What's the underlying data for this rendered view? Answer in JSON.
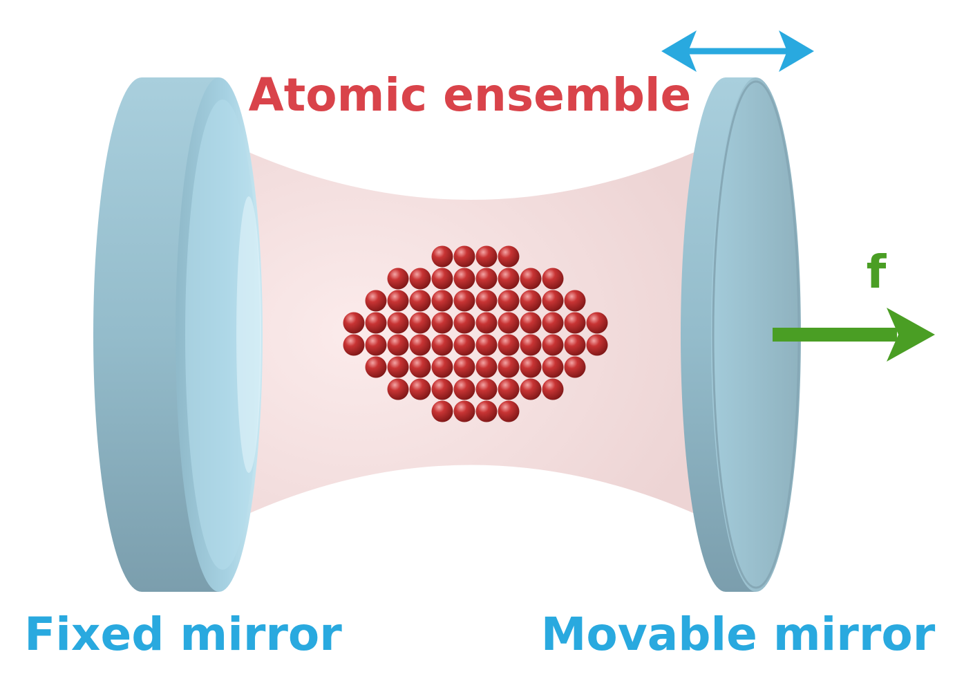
{
  "labels": {
    "atomic_ensemble": "Atomic ensemble",
    "fixed_mirror": "Fixed mirror",
    "movable_mirror": "Movable mirror",
    "force": "f"
  },
  "colors": {
    "ensemble_label": "#d9434a",
    "mirror_label": "#29a9df",
    "force_arrow": "#4a9e24",
    "motion_arrow": "#29a9df",
    "mirror_face": "#9ec6d6",
    "mirror_edge": "#7ea3b1",
    "beam": "#f2d6d6",
    "atom": "#b02a2a"
  },
  "atoms": {
    "row_counts": [
      4,
      8,
      10,
      12,
      12,
      10,
      8,
      4
    ]
  }
}
